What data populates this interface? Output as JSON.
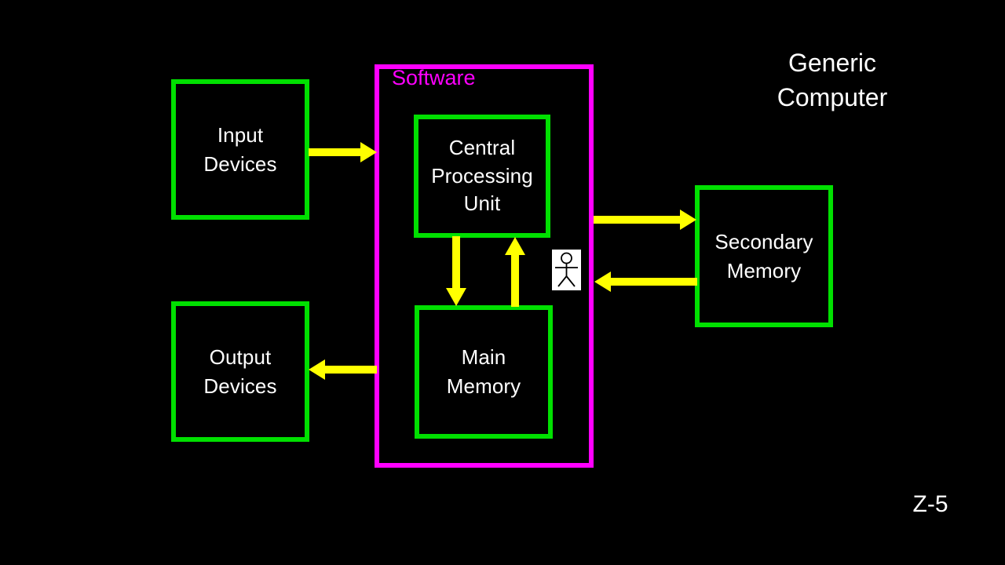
{
  "slide": {
    "title": "Generic\nComputer",
    "page_marker": "Z-5",
    "background_color": "#000000"
  },
  "colors": {
    "node_border": "#00e000",
    "node_text": "#ffffff",
    "software_border": "#ff00ff",
    "software_text": "#ff00ff",
    "arrow": "#ffff00",
    "icon_background": "#ffffff",
    "icon_stroke": "#000000"
  },
  "diagram": {
    "type": "block-diagram",
    "container": {
      "label": "Software"
    },
    "nodes": [
      {
        "id": "input-devices",
        "label": "Input\nDevices"
      },
      {
        "id": "output-devices",
        "label": "Output\nDevices"
      },
      {
        "id": "cpu",
        "label": "Central\nProcessing\nUnit"
      },
      {
        "id": "main-memory",
        "label": "Main\nMemory"
      },
      {
        "id": "secondary-memory",
        "label": "Secondary\nMemory"
      }
    ],
    "icons": [
      {
        "id": "user-icon",
        "name": "stick-figure-user-icon"
      }
    ],
    "arrows": [
      {
        "id": "arrow-input-to-cpu",
        "from": "input-devices",
        "to": "cpu",
        "direction": "right"
      },
      {
        "id": "arrow-mm-to-output",
        "from": "main-memory",
        "to": "output-devices",
        "direction": "left"
      },
      {
        "id": "arrow-cpu-to-mm",
        "from": "cpu",
        "to": "main-memory",
        "direction": "down"
      },
      {
        "id": "arrow-mm-to-cpu",
        "from": "main-memory",
        "to": "cpu",
        "direction": "up"
      },
      {
        "id": "arrow-sw-to-secondary",
        "from": "software",
        "to": "secondary-memory",
        "direction": "right"
      },
      {
        "id": "arrow-secondary-to-sw",
        "from": "secondary-memory",
        "to": "software",
        "direction": "left"
      }
    ]
  }
}
